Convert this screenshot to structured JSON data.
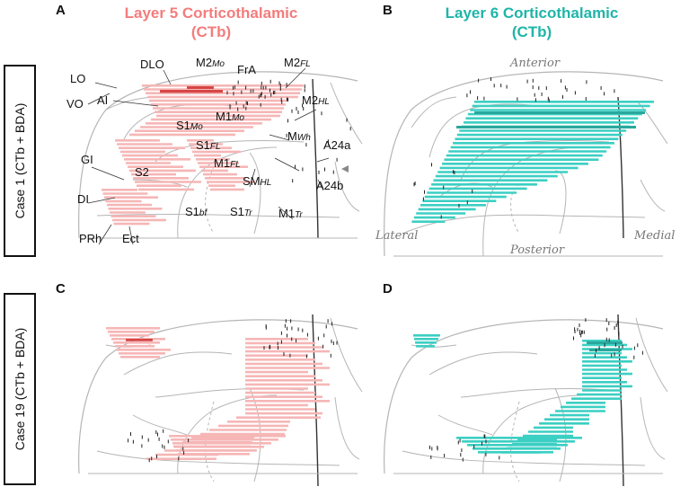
{
  "panels": {
    "A": "A",
    "B": "B",
    "C": "C",
    "D": "D"
  },
  "columns": {
    "left_title_line1": "Layer 5 Corticothalamic",
    "left_title_line2": "(CTb)",
    "right_title_line1": "Layer 6 Corticothalamic",
    "right_title_line2": "(CTb)"
  },
  "rows": {
    "case1": "Case 1 (CTb + BDA)",
    "case19": "Case 19 (CTb + BDA)"
  },
  "orientation": {
    "anterior": "Anterior",
    "posterior": "Posterior",
    "lateral": "Lateral",
    "medial": "Medial"
  },
  "colors": {
    "layer5": "#f47c7c",
    "layer5_fill": "#f6b6b6",
    "layer5_dark": "#d64545",
    "layer6": "#1fb5a8",
    "layer6_fill": "#3ccfc3",
    "layer6_dark": "#138078",
    "outline": "#b5b5b5",
    "midline": "#333333"
  },
  "regions": [
    {
      "id": "DLO",
      "text": "DLO"
    },
    {
      "id": "M2Mo",
      "text": "M2",
      "sub": "Mo"
    },
    {
      "id": "FrA",
      "text": "FrA"
    },
    {
      "id": "M2FL",
      "text": "M2",
      "sub": "FL"
    },
    {
      "id": "LO",
      "text": "LO"
    },
    {
      "id": "VO",
      "text": "VO"
    },
    {
      "id": "AI",
      "text": "AI"
    },
    {
      "id": "M2HL",
      "text": "M2",
      "sub": "HL"
    },
    {
      "id": "S1Mo",
      "text": "S1",
      "sub": "Mo"
    },
    {
      "id": "M1Mo",
      "text": "M1",
      "sub": "Mo"
    },
    {
      "id": "MWh",
      "text": "M",
      "sub": "Wh"
    },
    {
      "id": "S1FL",
      "text": "S1",
      "sub": "FL"
    },
    {
      "id": "A24a",
      "text": "A24a"
    },
    {
      "id": "GI",
      "text": "GI"
    },
    {
      "id": "M1FL",
      "text": "M1",
      "sub": "FL"
    },
    {
      "id": "S2",
      "text": "S2"
    },
    {
      "id": "SMHL",
      "text": "SM",
      "sub": "HL"
    },
    {
      "id": "A24b",
      "text": "A24b"
    },
    {
      "id": "DI",
      "text": "DI"
    },
    {
      "id": "S1bf",
      "text": "S1",
      "sub": "bf"
    },
    {
      "id": "S1Tr",
      "text": "S1",
      "sub": "Tr"
    },
    {
      "id": "M1Tr",
      "text": "M1",
      "sub": "Tr"
    },
    {
      "id": "PRh",
      "text": "PRh"
    },
    {
      "id": "Ect",
      "text": "Ect"
    }
  ]
}
